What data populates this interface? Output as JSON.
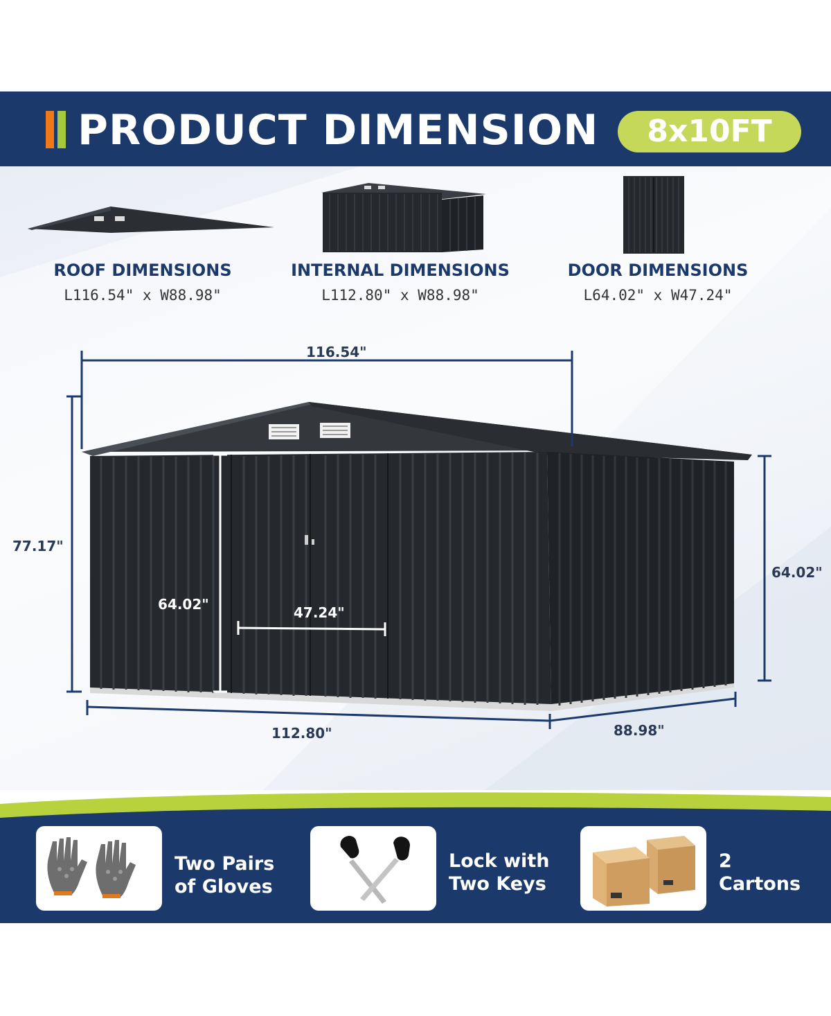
{
  "header": {
    "title": "PRODUCT DIMENSION",
    "size_badge": "8x10FT"
  },
  "specs": [
    {
      "label": "ROOF DIMENSIONS",
      "value": "L116.54\" x W88.98\""
    },
    {
      "label": "INTERNAL DIMENSIONS",
      "value": "L112.80\" x W88.98\""
    },
    {
      "label": "DOOR DIMENSIONS",
      "value": "L64.02\" x W47.24\""
    }
  ],
  "measurements": {
    "roof_length": "116.54\"",
    "total_height": "77.17\"",
    "wall_height": "64.02\"",
    "door_height": "64.02\"",
    "door_width": "47.24\"",
    "base_length": "112.80\"",
    "base_width": "88.98\""
  },
  "accessories": [
    {
      "icon": "gloves-icon",
      "line1": "Two Pairs",
      "line2": "of Gloves"
    },
    {
      "icon": "keys-icon",
      "line1": "Lock with",
      "line2": "Two Keys"
    },
    {
      "icon": "cartons-icon",
      "line1": "2",
      "line2": "Cartons"
    }
  ],
  "colors": {
    "brand_navy": "#1b3a6b",
    "accent_green": "#a6c83a",
    "accent_orange": "#f07a1a",
    "shed_dark": "#2b2e33"
  }
}
